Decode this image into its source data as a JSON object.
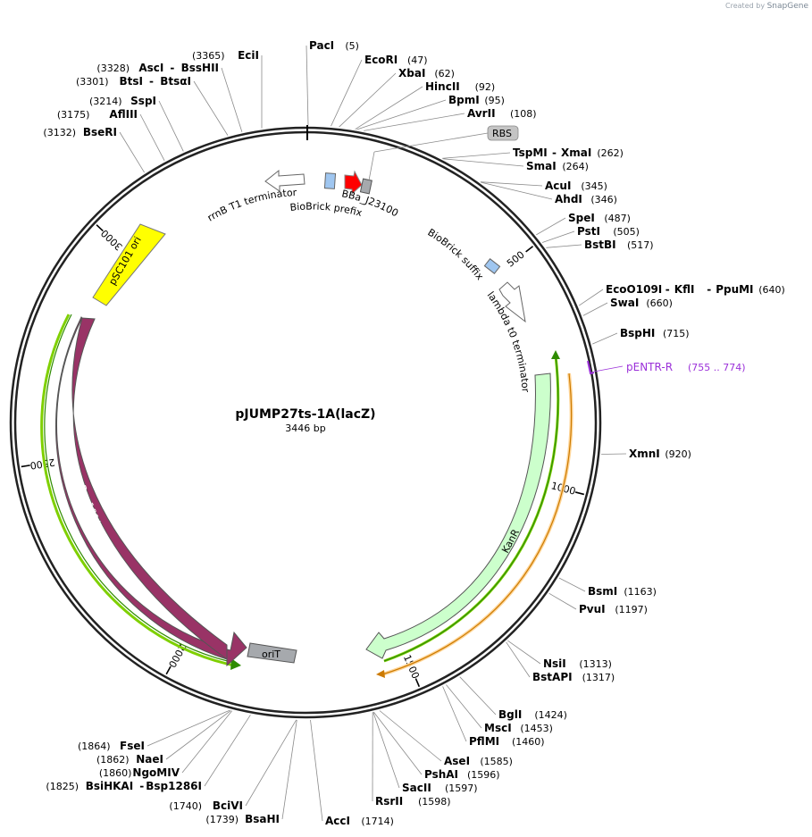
{
  "watermark": {
    "prefix": "Created by",
    "brand": "SnapGene"
  },
  "plasmid": {
    "name": "pJUMP27ts-1A(lacZ)",
    "length_text": "3446 bp",
    "length": 3446
  },
  "ticks": [
    {
      "pos": 500,
      "label": "500"
    },
    {
      "pos": 1000,
      "label": "1000"
    },
    {
      "pos": 1500,
      "label": "1500"
    },
    {
      "pos": 2000,
      "label": "2000"
    },
    {
      "pos": 2500,
      "label": "2500"
    },
    {
      "pos": 3000,
      "label": "3000"
    }
  ],
  "enzymes": [
    {
      "id": "eciI",
      "rows": [
        {
          "name": "EciI",
          "pos": "(3365)"
        }
      ],
      "site": 3365,
      "side": "right"
    },
    {
      "id": "asci",
      "rows": [
        {
          "name": "AscI",
          "sep": "-",
          "name2": "BssHII",
          "pos": "(3328)"
        }
      ],
      "site": 3328,
      "side": "right"
    },
    {
      "id": "btsi",
      "rows": [
        {
          "name": "BtsI",
          "sep": "-",
          "name2": "BtsαI",
          "pos": "(3301)"
        }
      ],
      "site": 3301,
      "side": "right"
    },
    {
      "id": "sspi",
      "rows": [
        {
          "name": "SspI",
          "pos": "(3214)"
        }
      ],
      "site": 3214,
      "side": "right"
    },
    {
      "id": "aflii",
      "rows": [
        {
          "name": "AflIII",
          "pos": "(3175)"
        }
      ],
      "site": 3175,
      "side": "right"
    },
    {
      "id": "beseri",
      "rows": [
        {
          "name": "BseRI",
          "pos": "(3132)"
        }
      ],
      "site": 3132,
      "side": "right"
    },
    {
      "id": "paci",
      "rows": [
        {
          "name": "PacI",
          "pos": "(5)"
        }
      ],
      "site": 5,
      "side": "left"
    },
    {
      "id": "ecori",
      "rows": [
        {
          "name": "EcoRI",
          "pos": "(47)"
        }
      ],
      "site": 47,
      "side": "left"
    },
    {
      "id": "xbai",
      "rows": [
        {
          "name": "XbaI",
          "pos": "(62)"
        }
      ],
      "site": 62,
      "side": "left"
    },
    {
      "id": "hincii",
      "rows": [
        {
          "name": "HincII",
          "pos": "(92)"
        }
      ],
      "site": 92,
      "side": "left"
    },
    {
      "id": "bpmi",
      "rows": [
        {
          "name": "BpmI",
          "pos": "(95)"
        }
      ],
      "site": 95,
      "side": "left"
    },
    {
      "id": "avrii",
      "rows": [
        {
          "name": "AvrII",
          "pos": "(108)"
        }
      ],
      "site": 108,
      "side": "left"
    },
    {
      "id": "tspmi",
      "rows": [
        {
          "name": "TspMI",
          "sep": "-",
          "name2": "XmaI",
          "pos": "(262)"
        }
      ],
      "site": 262,
      "side": "left"
    },
    {
      "id": "smai",
      "rows": [
        {
          "name": "SmaI",
          "pos": "(264)"
        }
      ],
      "site": 264,
      "side": "left"
    },
    {
      "id": "acui",
      "rows": [
        {
          "name": "AcuI",
          "pos": "(345)"
        }
      ],
      "site": 345,
      "side": "left"
    },
    {
      "id": "ahdi",
      "rows": [
        {
          "name": "AhdI",
          "pos": "(346)"
        }
      ],
      "site": 346,
      "side": "left"
    },
    {
      "id": "spei",
      "rows": [
        {
          "name": "SpeI",
          "pos": "(487)"
        }
      ],
      "site": 487,
      "side": "left"
    },
    {
      "id": "psti",
      "rows": [
        {
          "name": "PstI",
          "pos": "(505)"
        }
      ],
      "site": 505,
      "side": "left"
    },
    {
      "id": "bstbi",
      "rows": [
        {
          "name": "BstBI",
          "pos": "(517)"
        }
      ],
      "site": 517,
      "side": "left"
    },
    {
      "id": "ecoo109i",
      "rows": [
        {
          "name": "EcoO109I",
          "sep": "-",
          "name2": "KflI",
          "sep2": "-",
          "name3": "PpuMI",
          "pos": "(640)"
        }
      ],
      "site": 640,
      "side": "left"
    },
    {
      "id": "swai",
      "rows": [
        {
          "name": "SwaI",
          "pos": "(660)"
        }
      ],
      "site": 660,
      "side": "left"
    },
    {
      "id": "bsphi",
      "rows": [
        {
          "name": "BspHI",
          "pos": "(715)"
        }
      ],
      "site": 715,
      "side": "left"
    },
    {
      "id": "xmni",
      "rows": [
        {
          "name": "XmnI",
          "pos": "(920)"
        }
      ],
      "site": 920,
      "side": "left"
    },
    {
      "id": "bsmi",
      "rows": [
        {
          "name": "BsmI",
          "pos": "(1163)"
        }
      ],
      "site": 1163,
      "side": "left"
    },
    {
      "id": "pvui",
      "rows": [
        {
          "name": "PvuI",
          "pos": "(1197)"
        }
      ],
      "site": 1197,
      "side": "left"
    },
    {
      "id": "nsii",
      "rows": [
        {
          "name": "NsiI",
          "pos": "(1313)"
        }
      ],
      "site": 1313,
      "side": "left"
    },
    {
      "id": "bstapi",
      "rows": [
        {
          "name": "BstAPI",
          "pos": "(1317)"
        }
      ],
      "site": 1317,
      "side": "left"
    },
    {
      "id": "bgli",
      "rows": [
        {
          "name": "BglI",
          "pos": "(1424)"
        }
      ],
      "site": 1424,
      "side": "left"
    },
    {
      "id": "msci",
      "rows": [
        {
          "name": "MscI",
          "pos": "(1453)"
        }
      ],
      "site": 1453,
      "side": "left"
    },
    {
      "id": "pflmi",
      "rows": [
        {
          "name": "PflMI",
          "pos": "(1460)"
        }
      ],
      "site": 1460,
      "side": "left"
    },
    {
      "id": "asei",
      "rows": [
        {
          "name": "AseI",
          "pos": "(1585)"
        }
      ],
      "site": 1585,
      "side": "left"
    },
    {
      "id": "pshai",
      "rows": [
        {
          "name": "PshAI",
          "pos": "(1596)"
        }
      ],
      "site": 1596,
      "side": "left"
    },
    {
      "id": "sacii",
      "rows": [
        {
          "name": "SacII",
          "pos": "(1597)"
        }
      ],
      "site": 1597,
      "side": "left"
    },
    {
      "id": "rsrii",
      "rows": [
        {
          "name": "RsrII",
          "pos": "(1598)"
        }
      ],
      "site": 1598,
      "side": "left"
    },
    {
      "id": "acci",
      "rows": [
        {
          "name": "AccI",
          "pos": "(1714)"
        }
      ],
      "site": 1714,
      "side": "left"
    },
    {
      "id": "bcivi",
      "rows": [
        {
          "name": "BciVI",
          "pos": "(1740)"
        }
      ],
      "site": 1740,
      "side": "right"
    },
    {
      "id": "bsahi",
      "rows": [
        {
          "name": "BsaHI",
          "pos": "(1739)"
        }
      ],
      "site": 1739,
      "side": "right"
    },
    {
      "id": "fsei",
      "rows": [
        {
          "name": "FseI",
          "pos": "(1864)"
        }
      ],
      "site": 1864,
      "side": "right"
    },
    {
      "id": "naei",
      "rows": [
        {
          "name": "NaeI",
          "pos": "(1862)"
        }
      ],
      "site": 1862,
      "side": "right"
    },
    {
      "id": "ngomiv",
      "rows": [
        {
          "name": "NgoMIV",
          "pos": "(1860)"
        }
      ],
      "site": 1860,
      "side": "right"
    },
    {
      "id": "bsihkai",
      "rows": [
        {
          "name": "BsiHKAI",
          "sep": "-",
          "name2": "Bsp1286I",
          "pos": "(1825)"
        }
      ],
      "site": 1825,
      "side": "right"
    }
  ],
  "primer": {
    "name": "pENTR-R",
    "range": "(755 .. 774)",
    "color": "#9b30d9"
  },
  "features": {
    "rbs": "RBS",
    "bba": "BBa_J23100",
    "biobrick_prefix": "BioBrick prefix",
    "biobrick_suffix": "BioBrick suffix",
    "rrnb": "rrnB T1 terminator",
    "lambda": "lambda t0 terminator",
    "psc101": "pSC101 ori",
    "rep101": "Rep101(Ts)",
    "kanr": "KanR",
    "orit": "oriT"
  },
  "colors": {
    "kanr": "#ccffcc",
    "rep101": "#993366",
    "psc101": "#ffff00",
    "promoter": "#ff0000",
    "misc": "#9fc6f0",
    "orit": "#a6a9ad",
    "green_orf": "#2e8b00",
    "orange_orf": "#cc7a00",
    "rbs": "#c4c4c4"
  }
}
